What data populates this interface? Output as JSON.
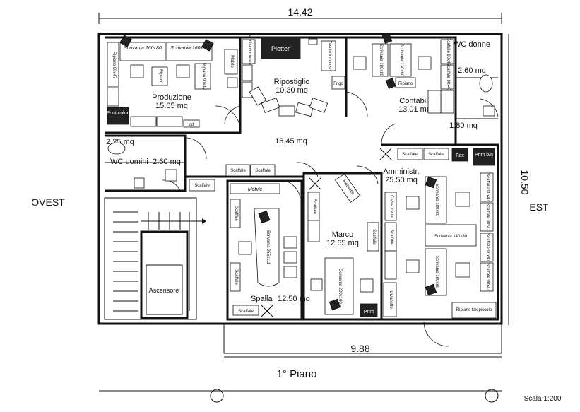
{
  "dimensions": {
    "top_width": "14.42",
    "right_height": "10.50",
    "bottom_width": "9.88"
  },
  "orientation": {
    "west": "OVEST",
    "east": "EST"
  },
  "floor_title": "1° Piano",
  "scale": "Scala 1:200",
  "rooms": {
    "produzione": {
      "name": "Produzione",
      "area": "15.05 mq"
    },
    "ripostiglio": {
      "name": "Ripostiglio",
      "area": "10.30 mq"
    },
    "contabil": {
      "name": "Contabil.",
      "area": "13.01 mq"
    },
    "wc_donne": {
      "name": "WC donne",
      "area": "2.60 mq"
    },
    "wc_uomini": {
      "name": "WC uomini",
      "area": "2.60 mq"
    },
    "antibagno_uomini": {
      "area": "2.25 mq"
    },
    "antibagno_donne": {
      "area": "1.80 mq"
    },
    "corridoio": {
      "area": "16.45 mq"
    },
    "amministr": {
      "name": "Amministr.",
      "area": "25.50 mq"
    },
    "marco": {
      "name": "Marco",
      "area": "12.65 mq"
    },
    "spalla": {
      "name": "Spalla",
      "area": "12.50 mq"
    },
    "ascensore": {
      "name": "Ascensore"
    }
  },
  "furniture": {
    "scrivania_160": "Scrivania 160x80",
    "ripiano_9047": "Ripiano 90x47",
    "ripiano": "Ripiano",
    "print_colori": "Print colori",
    "mobile": "Mobile",
    "mobile_contenitore": "Mobile contenitore",
    "plotter": "Plotter",
    "tavolo_luminoso": "Tavolo luminoso",
    "frigo": "Frigo",
    "scaffale": "Scaffale",
    "scaffale_9047": "Scaffale 90x47",
    "scrivania_180": "Scrivania 180x80",
    "scrivania_130": "Scrivania 130x80",
    "scrivania_140": "Scrivania 140x80",
    "scrivania_255": "Scrivania 255x111",
    "scrivania_200": "Scrivania 200x100",
    "fax": "Fax",
    "print_bn": "Print b/n",
    "print": "Print",
    "mobiletto": "Mobiletto",
    "classi_carte": "Class. carte",
    "divanetto": "Divanetto",
    "ripiano_fax": "Ripiano fax piccolo",
    "cd": "cd"
  },
  "markers": {
    "cross": "X"
  }
}
